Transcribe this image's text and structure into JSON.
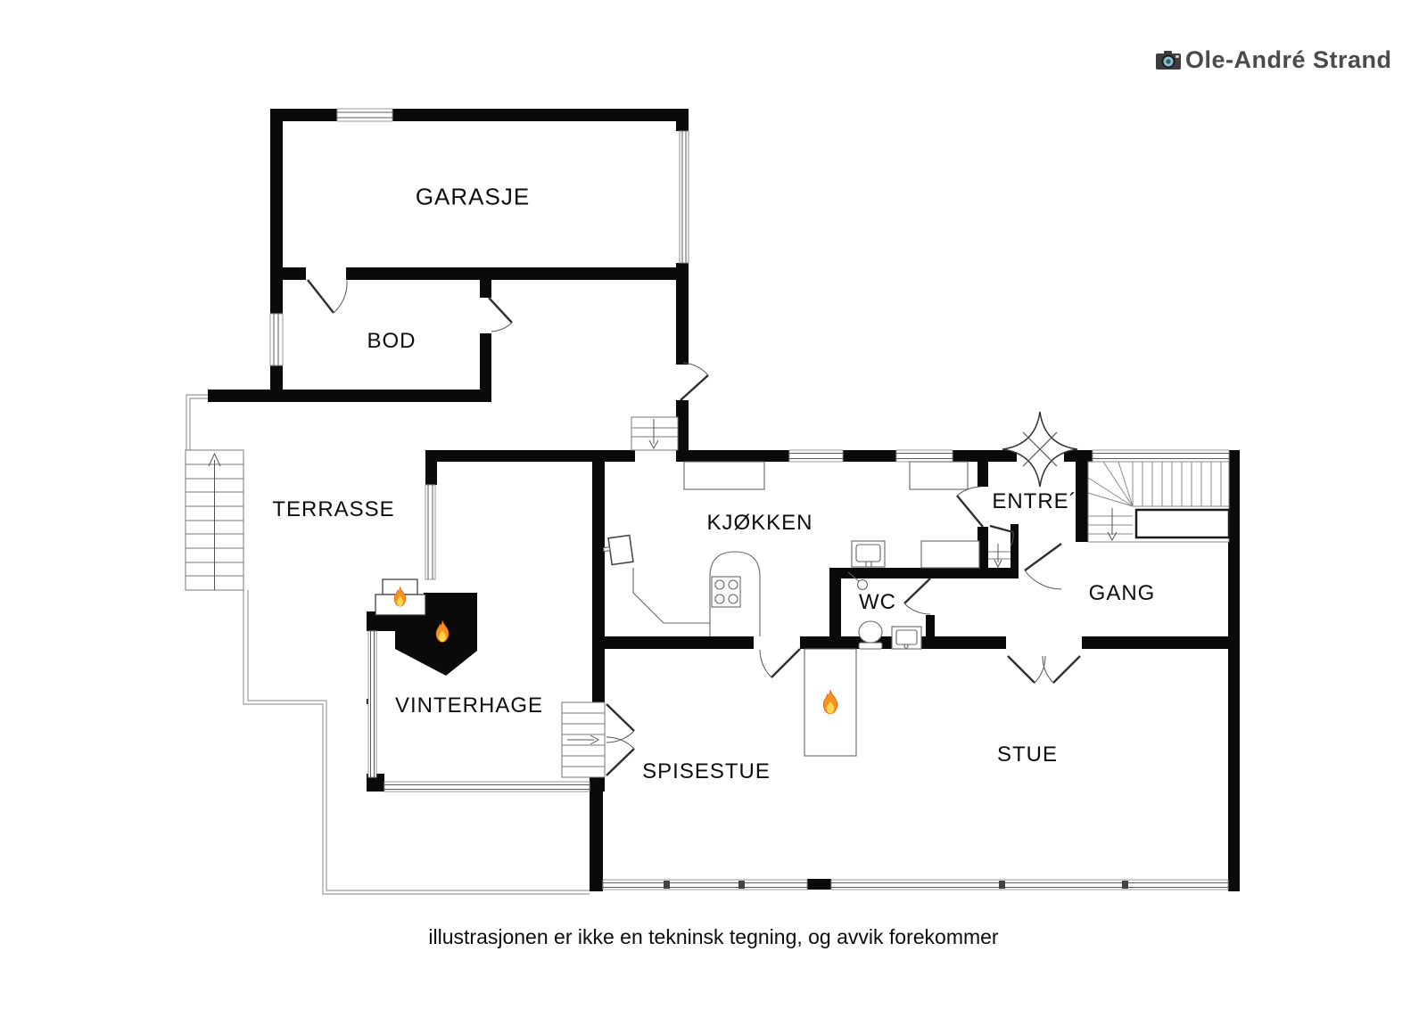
{
  "watermark": {
    "icon": "camera-icon",
    "text": "Ole-André Strand"
  },
  "rooms": {
    "garasje": {
      "label": "GARASJE"
    },
    "bod": {
      "label": "BOD"
    },
    "terrasse": {
      "label": "TERRASSE"
    },
    "kjokken": {
      "label": "KJØKKEN"
    },
    "entre": {
      "label": "ENTRE´"
    },
    "gang": {
      "label": "GANG"
    },
    "wc": {
      "label": "WC"
    },
    "vinterhage": {
      "label": "VINTERHAGE"
    },
    "spisestue": {
      "label": "SPISESTUE"
    },
    "stue": {
      "label": "STUE"
    }
  },
  "disclaimer": "illustrasjonen er ikke en tekninsk tegning, og avvik forekommer",
  "icons": {
    "fireplace_flames_count": 3
  },
  "colors": {
    "wall": "#0a0a0a",
    "flame_outer": "#f7931e",
    "flame_inner": "#ffd74a",
    "watermark_text": "#4a4a4a"
  }
}
